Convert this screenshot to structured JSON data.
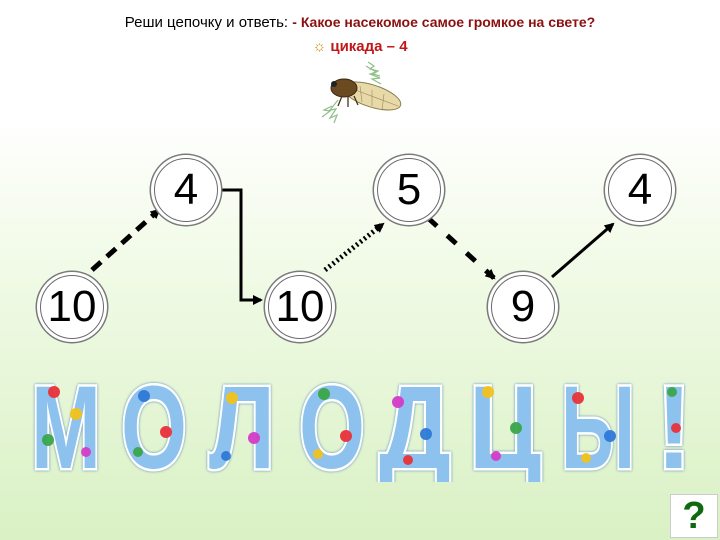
{
  "header": {
    "prompt": "Реши цепочку и ответь:",
    "question": "- Какое насекомое самое громкое на свете?"
  },
  "answer": {
    "symbol": "☼",
    "text": "цикада – 4"
  },
  "chain": {
    "numbers": [
      "10",
      "4",
      "10",
      "5",
      "9",
      "4"
    ]
  },
  "banner": {
    "letters": [
      "М",
      "О",
      "Л",
      "О",
      "Д",
      "Ц",
      "Ы",
      "!"
    ]
  },
  "help_button": {
    "label": "?"
  },
  "icons": {
    "insect": "cicada-icon"
  },
  "colors": {
    "question_text": "#8b1010",
    "answer_text": "#c01818",
    "letter_fill": "#8ec2ee",
    "help_button": "#0f6a0f"
  }
}
